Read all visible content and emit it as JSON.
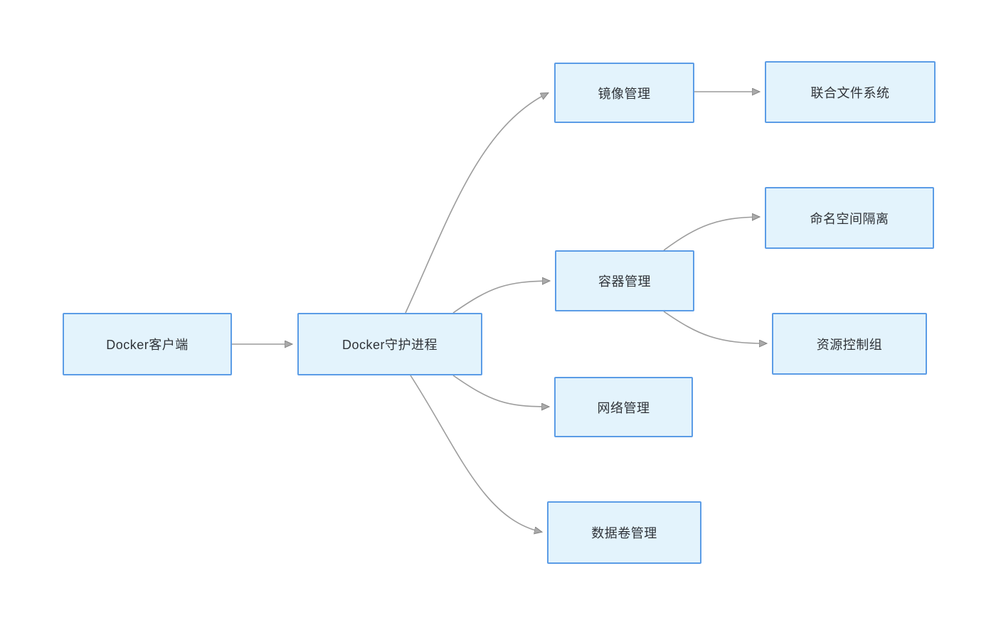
{
  "diagram": {
    "type": "flowchart",
    "language": "zh-CN",
    "nodes": {
      "client": {
        "label": "Docker客户端"
      },
      "daemon": {
        "label": "Docker守护进程"
      },
      "image": {
        "label": "镜像管理"
      },
      "unionfs": {
        "label": "联合文件系统"
      },
      "container": {
        "label": "容器管理"
      },
      "namespace": {
        "label": "命名空间隔离"
      },
      "cgroup": {
        "label": "资源控制组"
      },
      "network": {
        "label": "网络管理"
      },
      "volume": {
        "label": "数据卷管理"
      }
    },
    "edges": [
      {
        "from": "client",
        "to": "daemon"
      },
      {
        "from": "daemon",
        "to": "image"
      },
      {
        "from": "daemon",
        "to": "container"
      },
      {
        "from": "daemon",
        "to": "network"
      },
      {
        "from": "daemon",
        "to": "volume"
      },
      {
        "from": "image",
        "to": "unionfs"
      },
      {
        "from": "container",
        "to": "namespace"
      },
      {
        "from": "container",
        "to": "cgroup"
      }
    ],
    "colors": {
      "background": "#ffffff",
      "node_fill": "#e3f3fc",
      "node_border": "#5b9ce6",
      "node_text": "#2f3338",
      "edge_line": "#9c9c9c",
      "arrow_fill": "#aaaaaa",
      "arrow_stroke": "#828282"
    }
  }
}
